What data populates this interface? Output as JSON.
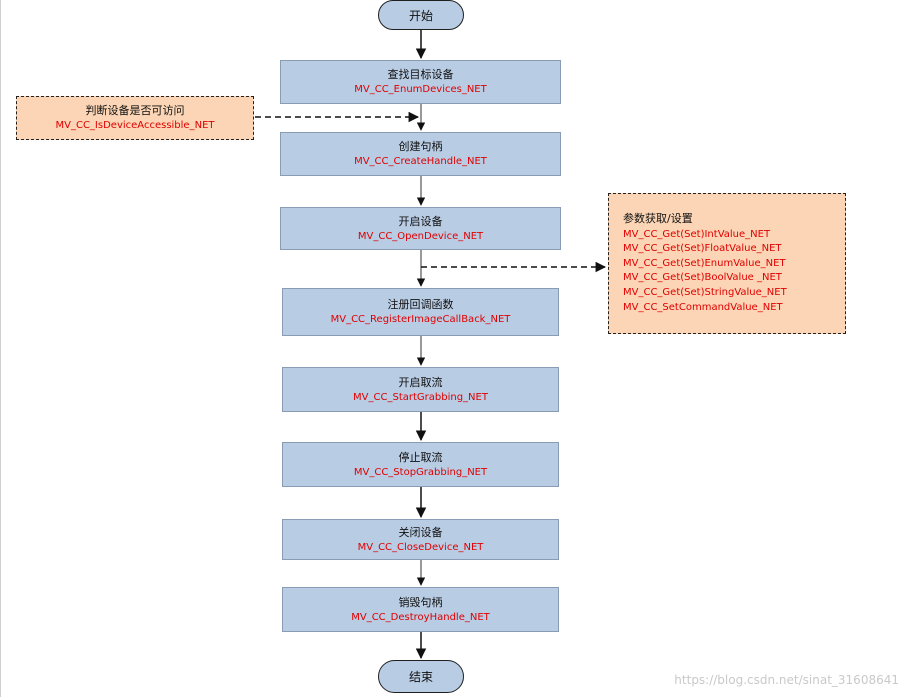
{
  "start_label": "开始",
  "end_label": "结束",
  "steps": [
    {
      "title": "查找目标设备",
      "api": "MV_CC_EnumDevices_NET"
    },
    {
      "title": "创建句柄",
      "api": "MV_CC_CreateHandle_NET"
    },
    {
      "title": "开启设备",
      "api": "MV_CC_OpenDevice_NET"
    },
    {
      "title": "注册回调函数",
      "api": "MV_CC_RegisterImageCallBack_NET"
    },
    {
      "title": "开启取流",
      "api": "MV_CC_StartGrabbing_NET"
    },
    {
      "title": "停止取流",
      "api": "MV_CC_StopGrabbing_NET"
    },
    {
      "title": "关闭设备",
      "api": "MV_CC_CloseDevice_NET"
    },
    {
      "title": "销毁句柄",
      "api": "MV_CC_DestroyHandle_NET"
    }
  ],
  "side_note_left": {
    "title": "判断设备是否可访问",
    "api": "MV_CC_IsDeviceAccessible_NET"
  },
  "side_note_right": {
    "title": "参数获取/设置",
    "apis": [
      "MV_CC_Get(Set)IntValue_NET",
      "MV_CC_Get(Set)FloatValue_NET",
      "MV_CC_Get(Set)EnumValue_NET",
      "MV_CC_Get(Set)BoolValue _NET",
      "MV_CC_Get(Set)StringValue_NET",
      "MV_CC_SetCommandValue_NET"
    ]
  },
  "watermark": "https://blog.csdn.net/sinat_31608641"
}
